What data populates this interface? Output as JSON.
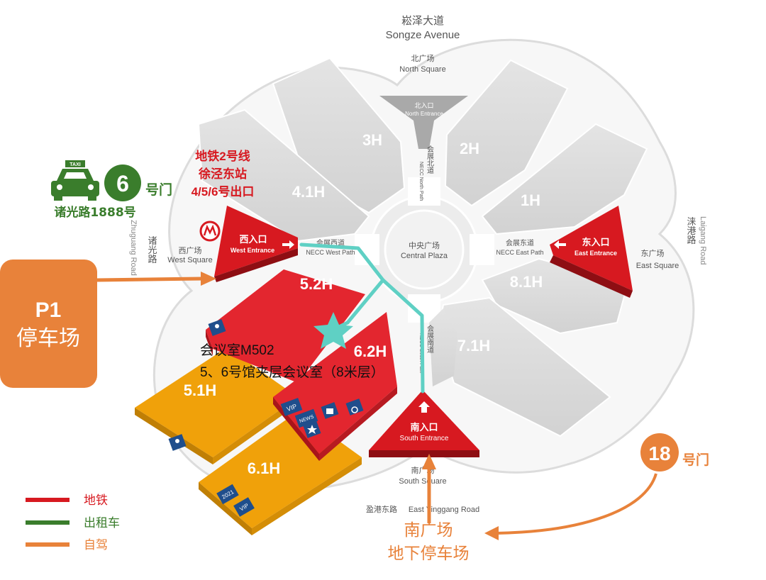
{
  "roads": {
    "north": {
      "zh": "崧泽大道",
      "en": "Songze Avenue"
    },
    "west": {
      "zh": "诸光路",
      "en": "Zhuguang Road"
    },
    "east": {
      "zh": "涞港路",
      "en": "Laigang Road"
    },
    "south": {
      "zh": "盈港东路",
      "en": "East Yinggang Road"
    }
  },
  "squares": {
    "north": {
      "zh": "北广场",
      "en": "North Square"
    },
    "west": {
      "zh": "西广场",
      "en": "West Square"
    },
    "east": {
      "zh": "东广场",
      "en": "East Square"
    },
    "south": {
      "zh": "南广场",
      "en": "South Square"
    },
    "central": {
      "zh": "中央广场",
      "en": "Central Plaza"
    }
  },
  "entrances": {
    "north": {
      "zh": "北入口",
      "en": "North Entrance"
    },
    "west": {
      "zh": "西入口",
      "en": "West Entrance"
    },
    "east": {
      "zh": "东入口",
      "en": "East Entrance"
    },
    "south": {
      "zh": "南入口",
      "en": "South Entrance"
    }
  },
  "paths": {
    "north": {
      "zh": "会展北道",
      "en": "NECC North Path"
    },
    "west": {
      "zh": "会展西道",
      "en": "NECC West Path"
    },
    "east": {
      "zh": "会展东道",
      "en": "NECC East Path"
    },
    "south": {
      "zh": "会展南道",
      "en": "NECC South Path"
    }
  },
  "halls": {
    "h3": "3H",
    "h2": "2H",
    "h41": "4.1H",
    "h1": "1H",
    "h81": "8.1H",
    "h71": "7.1H",
    "h52": "5.2H",
    "h51": "5.1H",
    "h62": "6.2H",
    "h61": "6.1H"
  },
  "taxi": {
    "sign": "TAXI",
    "gate_number": "6",
    "gate_suffix": "号门",
    "address": "诸光路1888号"
  },
  "metro": {
    "line1": "地铁2号线",
    "line2": "徐泾东站",
    "line3": "4/5/6号出口"
  },
  "parking_p1": {
    "code": "P1",
    "name": "停车场"
  },
  "gate18": {
    "number": "18",
    "suffix": "号门"
  },
  "south_parking": {
    "line1": "南广场",
    "line2": "地下停车场"
  },
  "meeting": {
    "line1": "会议室M502",
    "line2": "5、6号馆夹层会议室（8米层）"
  },
  "badges": {
    "vip": "VIP",
    "news": "NEWS",
    "year": "2021"
  },
  "legend": [
    {
      "label": "地铁",
      "color": "#d71920"
    },
    {
      "label": "出租车",
      "color": "#3a7d2c"
    },
    {
      "label": "自驾",
      "color": "#e8823a"
    }
  ],
  "colors": {
    "metro_red": "#d71920",
    "taxi_green": "#3a7d2c",
    "drive_orange": "#e8823a",
    "route_teal": "#5fd0c4",
    "hall_gray": "#d9d9d9",
    "hall_red": "#e3262f",
    "hall_orange": "#f0a10a",
    "badge_blue": "#1f4e8c"
  }
}
